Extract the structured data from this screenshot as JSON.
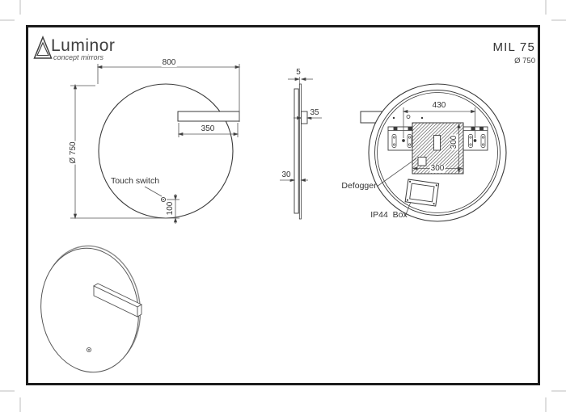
{
  "brand": {
    "name": "Luminor",
    "tagline": "concept mirrors"
  },
  "title_block": {
    "model": "MIL 75",
    "diameter": "Ø 750"
  },
  "front_view": {
    "dim_total_width": "800",
    "dim_shelf_width": "350",
    "dim_diameter": "Ø 750",
    "label_touch_switch": "Touch switch",
    "dim_switch_offset": "100"
  },
  "side_view": {
    "dim_glass_thickness": "5",
    "dim_shelf_depth": "35",
    "dim_frame_depth": "30"
  },
  "back_view": {
    "dim_bracket_span": "430",
    "dim_defogger_width": "300",
    "dim_defogger_height": "300",
    "label_defogger": "Defogger",
    "label_junction_box": "IP44  Box"
  },
  "colors": {
    "line": "#3a3a3a",
    "thin_line": "#555555",
    "border": "#1b1b1b",
    "crop_mark": "#bdbdbd",
    "text": "#333333"
  }
}
